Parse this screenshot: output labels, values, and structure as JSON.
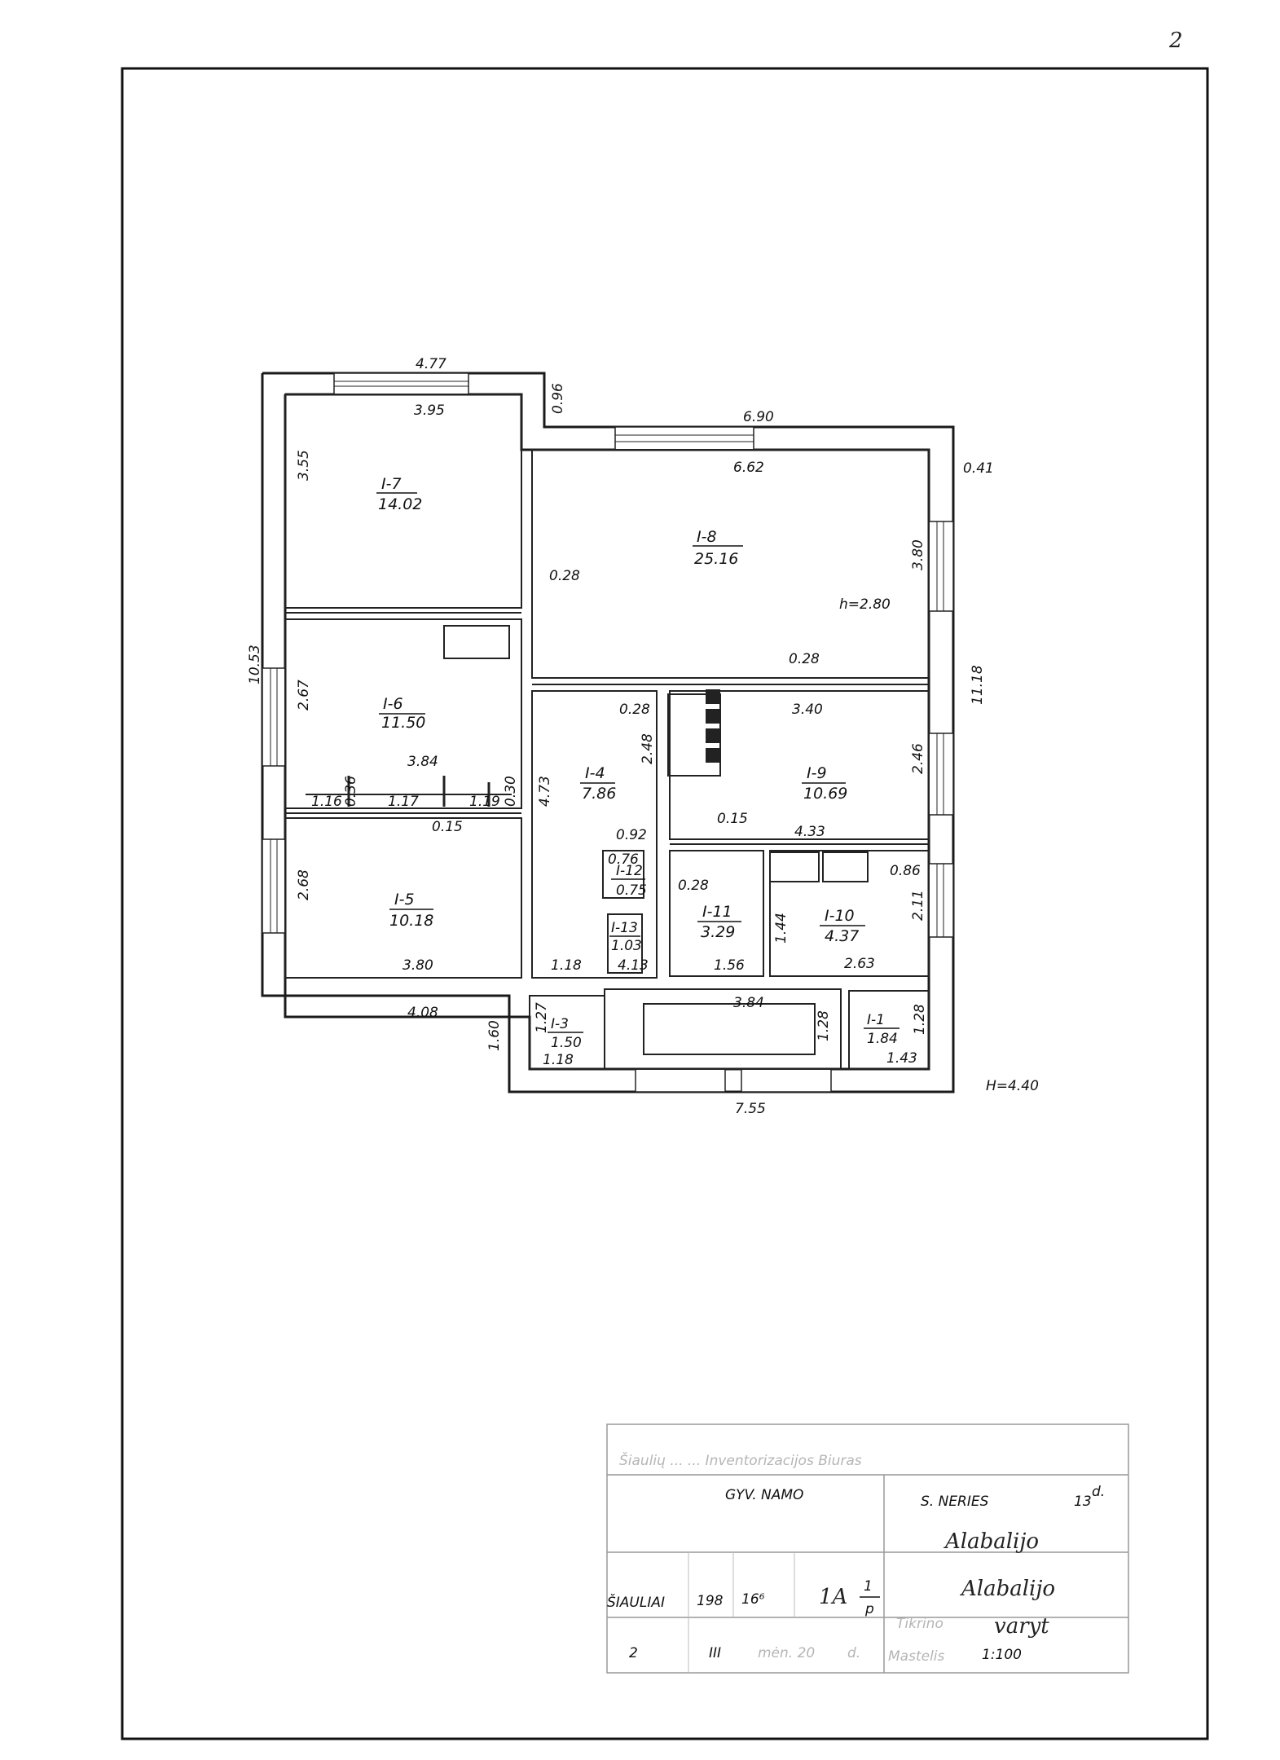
{
  "page_number": "2",
  "rooms": [
    {
      "id": "I-7",
      "area": "14.02"
    },
    {
      "id": "I-8",
      "area": "25.16"
    },
    {
      "id": "I-6",
      "area": "11.50"
    },
    {
      "id": "I-4",
      "area": "7.86"
    },
    {
      "id": "I-9",
      "area": "10.69"
    },
    {
      "id": "I-5",
      "area": "10.18"
    },
    {
      "id": "I-12",
      "area": "0.75"
    },
    {
      "id": "I-13",
      "area": "1.03"
    },
    {
      "id": "I-11",
      "area": "3.29"
    },
    {
      "id": "I-10",
      "area": "4.37"
    },
    {
      "id": "I-3",
      "area": "1.50"
    },
    {
      "id": "I-1",
      "area": "1.84"
    }
  ],
  "dimensions": [
    "4.77",
    "3.95",
    "0.96",
    "6.90",
    "6.62",
    "0.41",
    "3.55",
    "3.80",
    "h=2.80",
    "0.28",
    "10.53",
    "2.67",
    "11.18",
    "0.28",
    "0.28",
    "3.40",
    "2.48",
    "2.46",
    "3.84",
    "1.16",
    "0.36",
    "1.17",
    "1.19",
    "0.30",
    "0.15",
    "4.73",
    "0.92",
    "0.15",
    "4.33",
    "0.76",
    "0.28",
    "2.68",
    "1.44",
    "0.86",
    "2.11",
    "3.80",
    "1.18",
    "4.13",
    "1.56",
    "2.63",
    "4.08",
    "3.84",
    "1.27",
    "1.60",
    "1.28",
    "1.28",
    "1.18",
    "1.43",
    "7.55",
    "H=4.40"
  ],
  "title_block": {
    "org": "Šiaulių ... ... Inventorizacijos Biuras",
    "object": "GYV. NAMO",
    "street": "S. NERIES",
    "house_no": "13",
    "house_suffix": "d.",
    "city": "ŠIAULIAI",
    "year": "198",
    "code": "16⁶",
    "sheet_mark": "1A",
    "sheet_frac_top": "1",
    "sheet_frac_bottom": "p",
    "row3_left": "2",
    "row3_mid": "III",
    "row3_mid2": "mėn. 20",
    "row3_mid3": "d.",
    "tikrino_label": "Tikrino",
    "scale_label": "Mastelis",
    "scale_value": "1:100",
    "signature_1": "Alabalijo",
    "signature_2": "Alabalijo",
    "signature_3": "varyt"
  }
}
